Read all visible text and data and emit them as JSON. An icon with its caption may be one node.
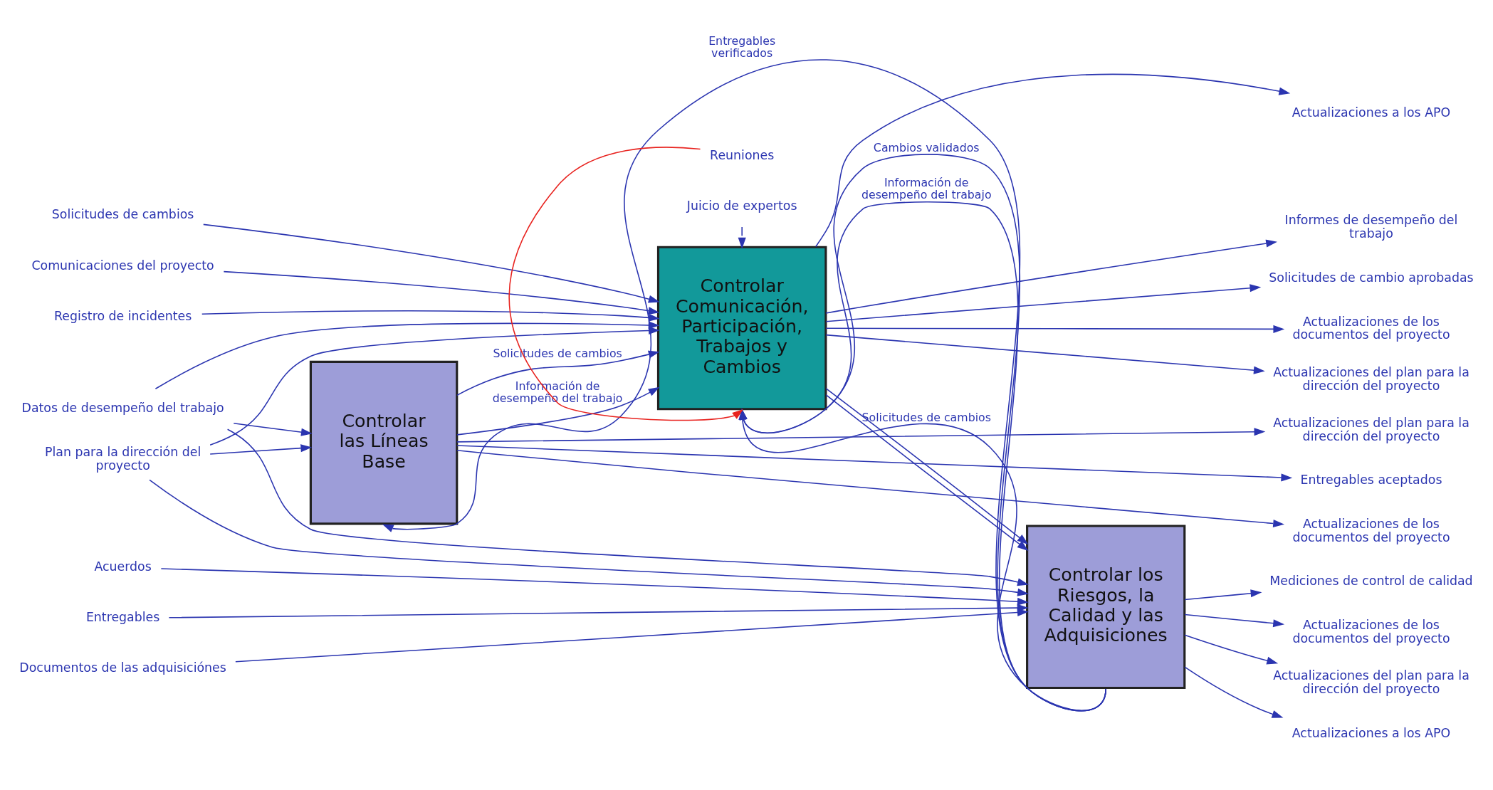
{
  "diagram": {
    "nodes": [
      {
        "text": [
          "Controlar las Líneas Base"
        ]
      },
      {
        "text": [
          "Controlar Comunicación, Participación, Trabajos y Cambios"
        ]
      },
      {
        "text": [
          "Controlar los Riesgos, la Calidad y las Adquisiciones"
        ]
      },
      {
        "text": [
          "Datos de desempeño del trabajo"
        ]
      },
      {
        "text": [
          "Plan para la dirección del proyecto"
        ]
      },
      {
        "text": [
          "Solicitudes de cambios"
        ]
      },
      {
        "text": [
          "Comunicaciones del proyecto"
        ]
      },
      {
        "text": [
          "Registro de incidentes"
        ]
      },
      {
        "text": [
          "Documentos de las adquisiciónes"
        ]
      },
      {
        "text": [
          "Acuerdos"
        ]
      },
      {
        "text": [
          "Entregables"
        ]
      },
      {
        "text": [
          "Juicio de expertos"
        ]
      },
      {
        "text": [
          "Reuniones"
        ]
      },
      {
        "text": [
          "Entregables aceptados"
        ]
      },
      {
        "text": [
          "Actualizaciones de los documentos del proyecto"
        ]
      },
      {
        "text": [
          "Actualizaciones del plan para la dirección del proyecto"
        ]
      },
      {
        "text": [
          "Actualizaciones de los documentos del proyecto"
        ]
      },
      {
        "text": [
          "Actualizaciones del plan para la dirección del proyecto"
        ]
      },
      {
        "text": [
          "Actualizaciones a los APO"
        ]
      },
      {
        "text": [
          "Informes de desempeño del trabajo"
        ]
      },
      {
        "text": [
          "Solicitudes de cambio aprobadas"
        ]
      },
      {
        "text": [
          "Mediciones de control de calidad"
        ]
      },
      {
        "text": [
          "Actualizaciones de los documentos del proyecto"
        ]
      },
      {
        "text": [
          "Actualizaciones del plan para la dirección del proyecto"
        ]
      },
      {
        "text": [
          "Actualizaciones a los APO"
        ]
      }
    ],
    "edges": [
      {
        "from": 3,
        "to": 0,
        "arrow": "to"
      },
      {
        "from": 4,
        "to": 0,
        "arrow": "to"
      },
      {
        "from": 2,
        "to": 0,
        "arrow": "to",
        "label": "Entregables verificados"
      },
      {
        "from": 0,
        "to": 13,
        "arrow": "to"
      },
      {
        "from": 0,
        "to": 14,
        "arrow": "to"
      },
      {
        "from": 0,
        "to": 15,
        "arrow": "to"
      },
      {
        "from": 0,
        "to": 1,
        "arrow": "to",
        "label": "Solicitudes de cambios"
      },
      {
        "from": 0,
        "to": 1,
        "arrow": "to",
        "label": "Información de desempeño del trabajo"
      },
      {
        "from": 11,
        "to": 1,
        "arrow": "to"
      },
      {
        "from": 5,
        "to": 1,
        "arrow": "to"
      },
      {
        "from": 4,
        "to": 1,
        "arrow": "to"
      },
      {
        "from": 3,
        "to": 1,
        "arrow": "to"
      },
      {
        "from": 6,
        "to": 1,
        "arrow": "to"
      },
      {
        "from": 7,
        "to": 1,
        "arrow": "to"
      },
      {
        "from": 2,
        "to": 1,
        "arrow": "to",
        "label": "Cambios validados"
      },
      {
        "from": 2,
        "to": 1,
        "arrow": "to",
        "label": "Información de desempeño del trabajo"
      },
      {
        "from": 2,
        "to": 1,
        "arrow": "to",
        "label": "Solicitudes de cambios"
      },
      {
        "from": 12,
        "to": 1,
        "arrow": "to",
        "color": "#e8231f"
      },
      {
        "from": 1,
        "to": 16,
        "arrow": "to"
      },
      {
        "from": 1,
        "to": 17,
        "arrow": "to"
      },
      {
        "from": 1,
        "to": 18,
        "arrow": "to"
      },
      {
        "from": 1,
        "to": 19,
        "arrow": "to"
      },
      {
        "from": 1,
        "to": 20,
        "arrow": "to"
      },
      {
        "from": 1,
        "to": 2,
        "arrow": "to"
      },
      {
        "from": 1,
        "to": 2,
        "arrow": "to"
      },
      {
        "from": 4,
        "to": 2,
        "arrow": "to"
      },
      {
        "from": 3,
        "to": 2,
        "arrow": "to"
      },
      {
        "from": 8,
        "to": 2,
        "arrow": "to"
      },
      {
        "from": 9,
        "to": 2,
        "arrow": "to"
      },
      {
        "from": 10,
        "to": 2,
        "arrow": "to"
      },
      {
        "from": 2,
        "to": 21,
        "arrow": "to"
      },
      {
        "from": 2,
        "to": 22,
        "arrow": "to"
      },
      {
        "from": 2,
        "to": 23,
        "arrow": "to"
      },
      {
        "from": 2,
        "to": 24,
        "arrow": "to"
      }
    ]
  }
}
